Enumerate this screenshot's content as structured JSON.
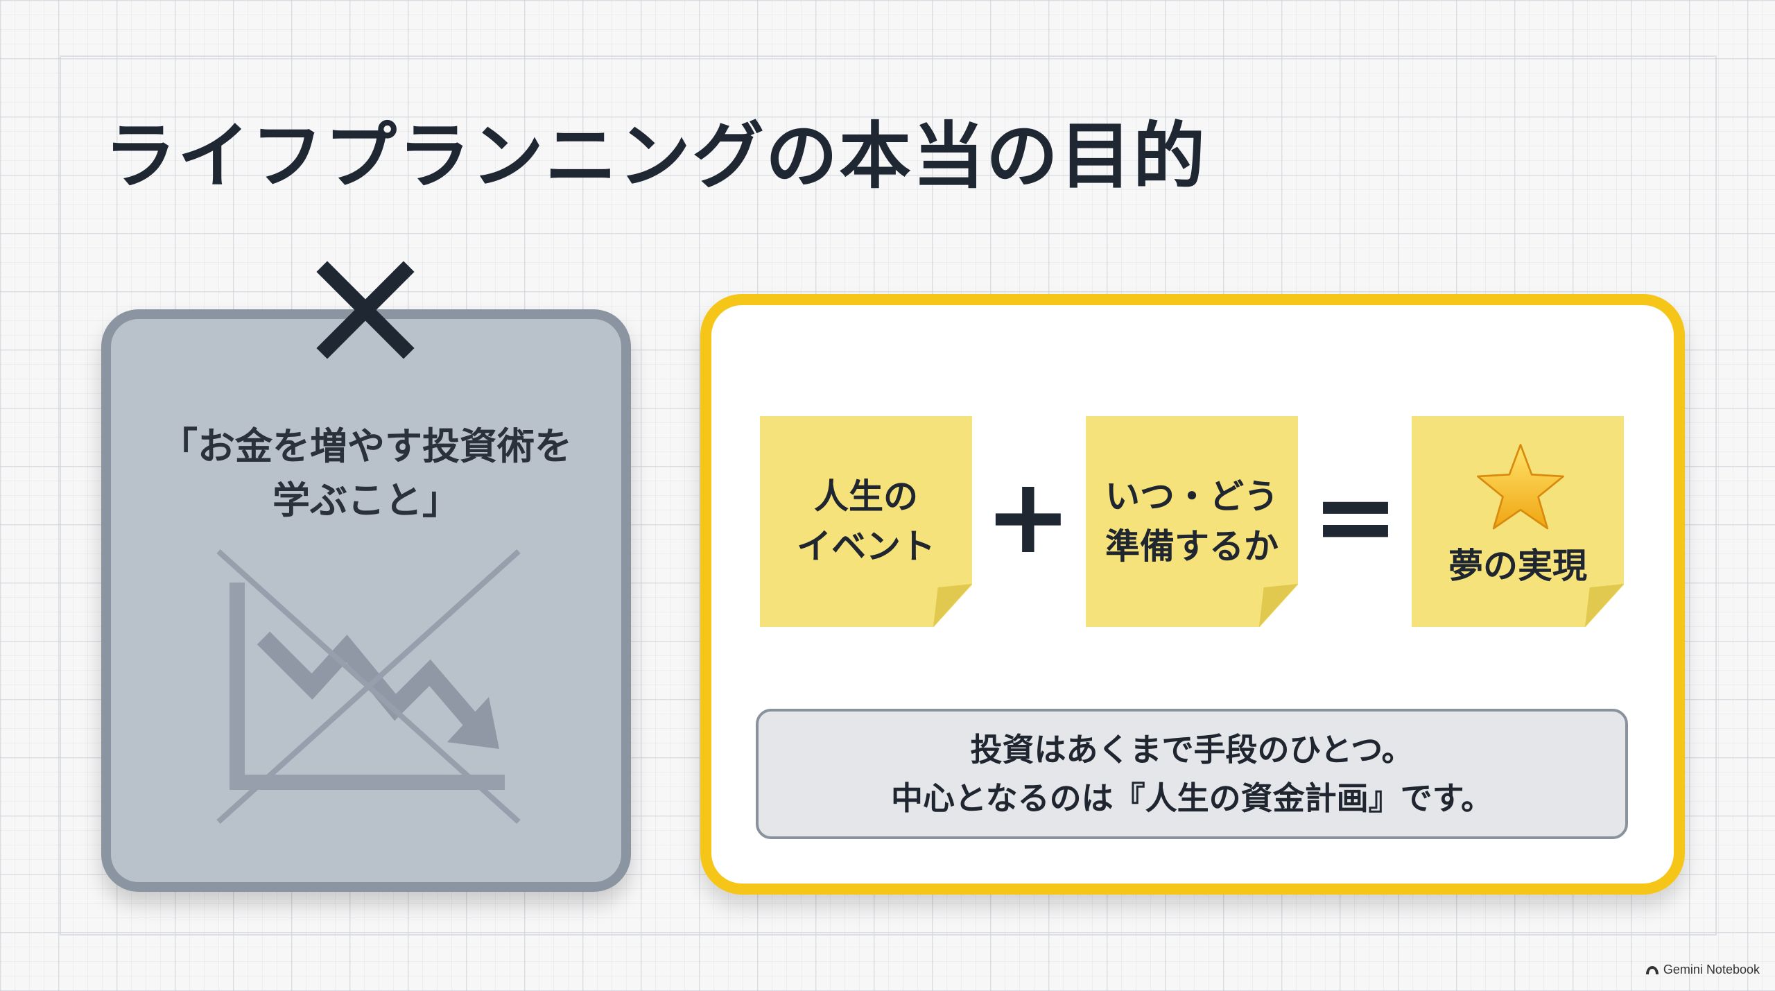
{
  "title": "ライフプランニングの本当の目的",
  "left_card": {
    "line1": "「お金を増やす投資術を",
    "line2": "学ぶこと」",
    "mark_icon": "x-icon",
    "chart_icon": "declining-chart-icon"
  },
  "right_card": {
    "note1": {
      "line1": "人生の",
      "line2": "イベント"
    },
    "plus": "+",
    "note2": {
      "line1": "いつ・どう",
      "line2": "準備するか"
    },
    "equals": "=",
    "note3": {
      "icon": "star-icon",
      "label": "夢の実現"
    },
    "summary_line1": "投資はあくまで手段のひとつ。",
    "summary_line2": "中心となるのは『人生の資金計画』です。"
  },
  "watermark": "Gemini Notebook",
  "colors": {
    "accent_yellow": "#f5c518",
    "note_yellow": "#f6e27a",
    "gray_card": "#b9c1cb",
    "gray_border": "#8b95a2",
    "text_dark": "#1f2733"
  }
}
